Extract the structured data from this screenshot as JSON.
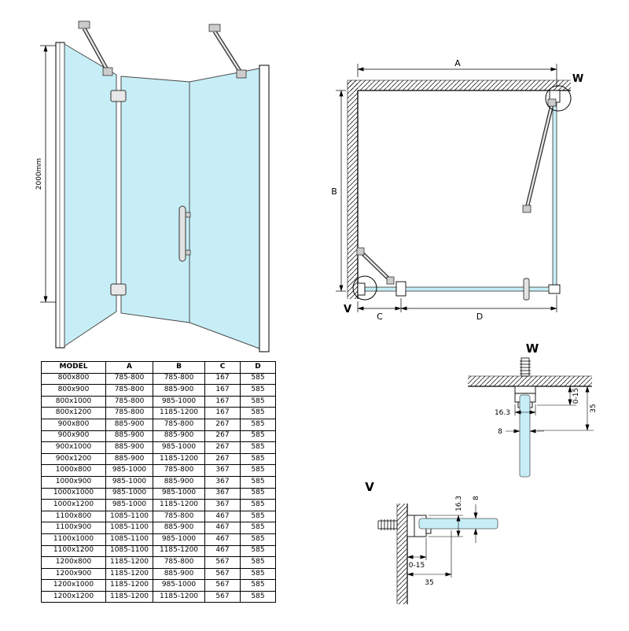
{
  "page": {
    "glass_color": "#c7eef7",
    "line_color": "#000000"
  },
  "iso": {
    "height_dim": "2000mm"
  },
  "plan": {
    "dim_a": "A",
    "dim_b": "B",
    "dim_c": "C",
    "dim_d": "D",
    "callout_w": "W",
    "callout_v": "V"
  },
  "detail_w": {
    "title": "W",
    "dim_163": "16.3",
    "dim_8": "8",
    "dim_015": "0-15",
    "dim_35": "35"
  },
  "detail_v": {
    "title": "V",
    "dim_163": "16.3",
    "dim_8": "8",
    "dim_015": "0-15",
    "dim_35": "35"
  },
  "table": {
    "headers": [
      "MODEL",
      "A",
      "B",
      "C",
      "D"
    ],
    "rows": [
      [
        "800x800",
        "785-800",
        "785-800",
        "167",
        "585"
      ],
      [
        "800x900",
        "785-800",
        "885-900",
        "167",
        "585"
      ],
      [
        "800x1000",
        "785-800",
        "985-1000",
        "167",
        "585"
      ],
      [
        "800x1200",
        "785-800",
        "1185-1200",
        "167",
        "585"
      ],
      [
        "900x800",
        "885-900",
        "785-800",
        "267",
        "585"
      ],
      [
        "900x900",
        "885-900",
        "885-900",
        "267",
        "585"
      ],
      [
        "900x1000",
        "885-900",
        "985-1000",
        "267",
        "585"
      ],
      [
        "900x1200",
        "885-900",
        "1185-1200",
        "267",
        "585"
      ],
      [
        "1000x800",
        "985-1000",
        "785-800",
        "367",
        "585"
      ],
      [
        "1000x900",
        "985-1000",
        "885-900",
        "367",
        "585"
      ],
      [
        "1000x1000",
        "985-1000",
        "985-1000",
        "367",
        "585"
      ],
      [
        "1000x1200",
        "985-1000",
        "1185-1200",
        "367",
        "585"
      ],
      [
        "1100x800",
        "1085-1100",
        "785-800",
        "467",
        "585"
      ],
      [
        "1100x900",
        "1085-1100",
        "885-900",
        "467",
        "585"
      ],
      [
        "1100x1000",
        "1085-1100",
        "985-1000",
        "467",
        "585"
      ],
      [
        "1100x1200",
        "1085-1100",
        "1185-1200",
        "467",
        "585"
      ],
      [
        "1200x800",
        "1185-1200",
        "785-800",
        "567",
        "585"
      ],
      [
        "1200x900",
        "1185-1200",
        "885-900",
        "567",
        "585"
      ],
      [
        "1200x1000",
        "1185-1200",
        "985-1000",
        "567",
        "585"
      ],
      [
        "1200x1200",
        "1185-1200",
        "1185-1200",
        "567",
        "585"
      ]
    ]
  }
}
